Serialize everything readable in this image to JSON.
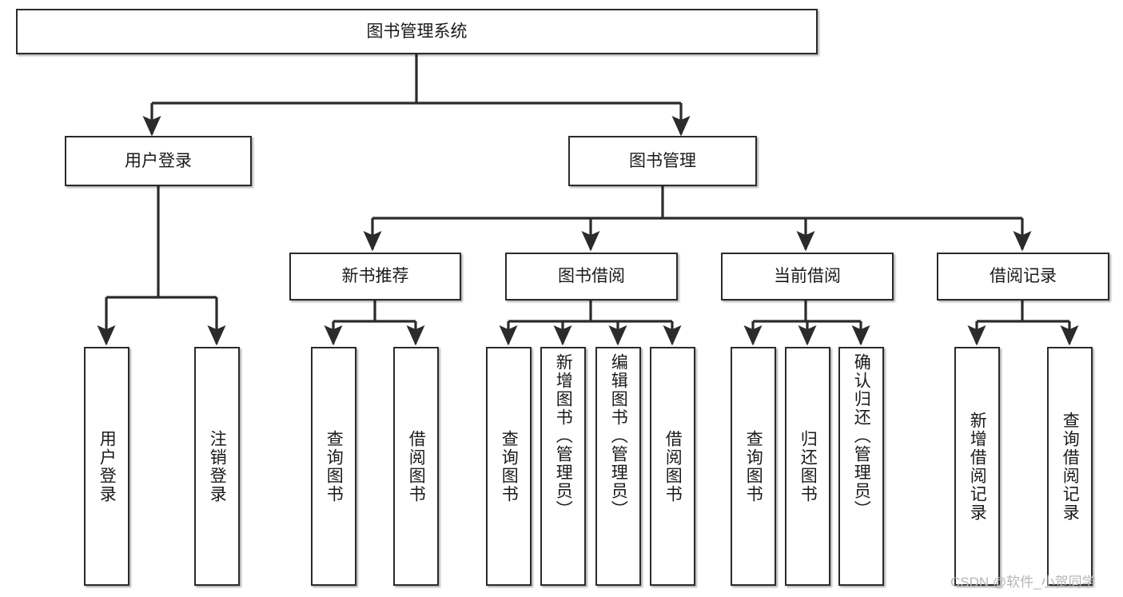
{
  "diagram": {
    "type": "tree-hierarchy-chart",
    "title": "图书管理系统",
    "colors": {
      "box_border": "#2b2b2b",
      "box_fill": "#ffffff",
      "connector": "#2b2b2b",
      "text": "#1a1a1a",
      "watermark": "#b5b5b5",
      "background": "#ffffff"
    },
    "levels": {
      "root": {
        "label": "图书管理系统",
        "orientation": "horizontal"
      },
      "level2": [
        {
          "label": "用户登录",
          "orientation": "horizontal"
        },
        {
          "label": "图书管理",
          "orientation": "horizontal"
        }
      ],
      "level3": [
        {
          "label": "新书推荐",
          "orientation": "horizontal"
        },
        {
          "label": "图书借阅",
          "orientation": "horizontal"
        },
        {
          "label": "当前借阅",
          "orientation": "horizontal"
        },
        {
          "label": "借阅记录",
          "orientation": "horizontal"
        }
      ],
      "leaves": {
        "user_login_children": [
          {
            "label": "用户登录",
            "orientation": "vertical"
          },
          {
            "label": "注销登录",
            "orientation": "vertical"
          }
        ],
        "new_book_children": [
          {
            "label": "查询图书",
            "orientation": "vertical"
          },
          {
            "label": "借阅图书",
            "orientation": "vertical"
          }
        ],
        "book_borrow_children": [
          {
            "label": "查询图书",
            "orientation": "vertical"
          },
          {
            "label": "新增图书（管理员）",
            "orientation": "vertical"
          },
          {
            "label": "编辑图书（管理员）",
            "orientation": "vertical"
          },
          {
            "label": "借阅图书",
            "orientation": "vertical"
          }
        ],
        "current_borrow_children": [
          {
            "label": "查询图书",
            "orientation": "vertical"
          },
          {
            "label": "归还图书",
            "orientation": "vertical"
          },
          {
            "label": "确认归还（管理员）",
            "orientation": "vertical"
          }
        ],
        "borrow_record_children": [
          {
            "label": "新增借阅记录",
            "orientation": "vertical"
          },
          {
            "label": "查询借阅记录",
            "orientation": "vertical"
          }
        ]
      }
    },
    "watermark": "CSDN @软件_小贺同学"
  }
}
